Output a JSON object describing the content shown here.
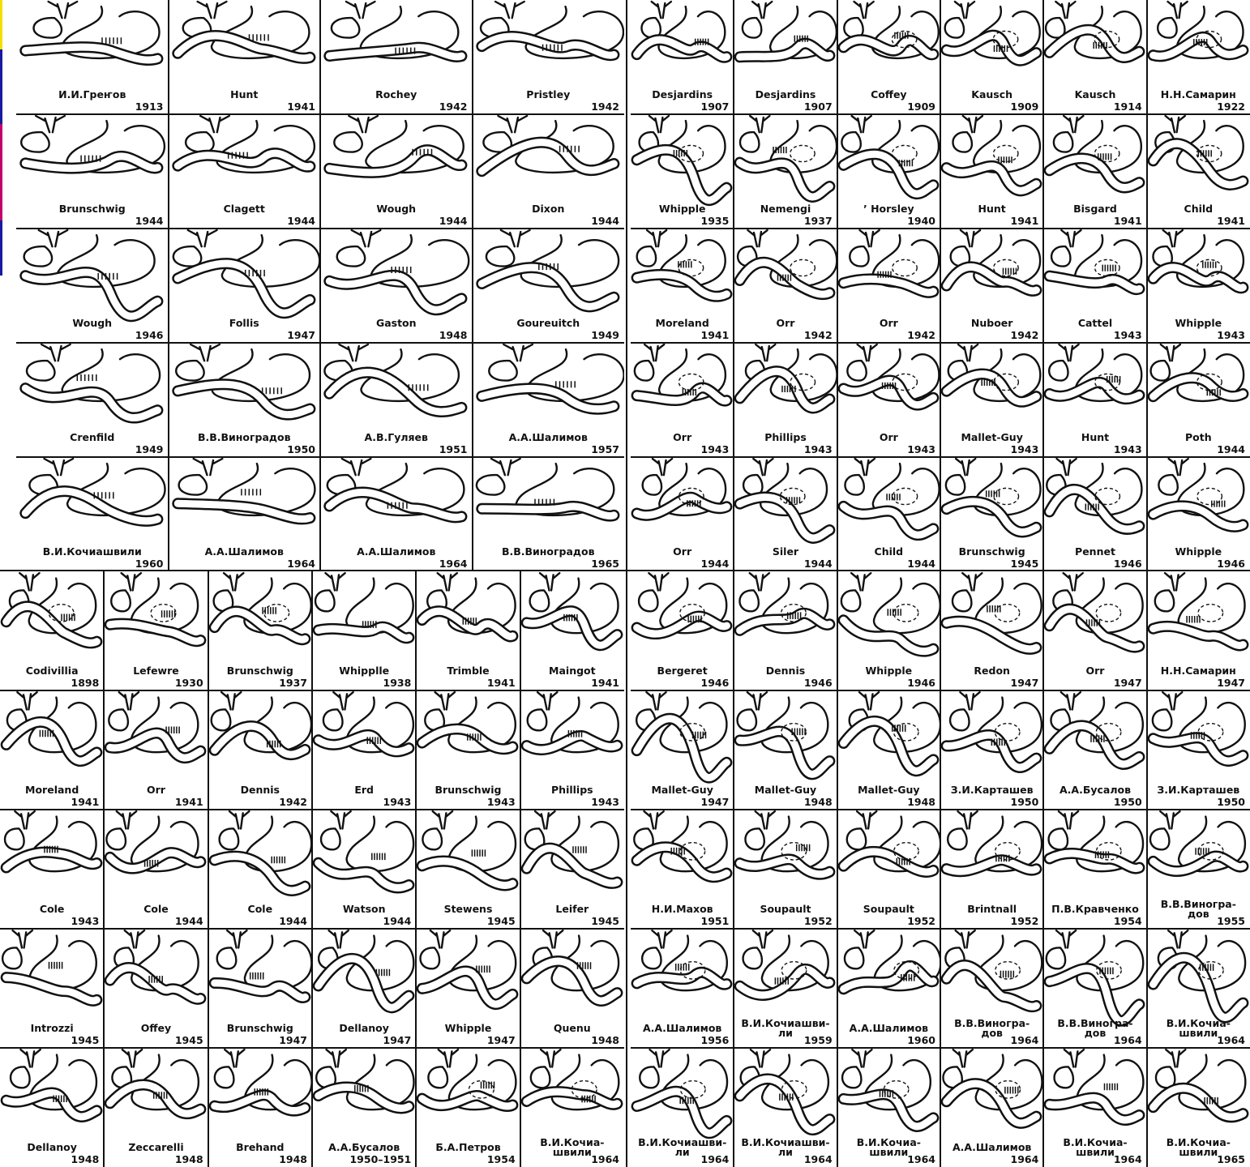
{
  "quadrants": [
    {
      "id": "top-left",
      "cols": 4,
      "rows": 5,
      "cells": [
        {
          "name": "И.И.Греҥов",
          "year": "1913"
        },
        {
          "name": "Hunt",
          "year": "1941"
        },
        {
          "name": "Rochey",
          "year": "1942"
        },
        {
          "name": "Pristley",
          "year": "1942"
        },
        {
          "name": "Brunschwig",
          "year": "1944"
        },
        {
          "name": "Clagett",
          "year": "1944"
        },
        {
          "name": "Wough",
          "year": "1944"
        },
        {
          "name": "Dixon",
          "year": "1944"
        },
        {
          "name": "Wough",
          "year": "1946"
        },
        {
          "name": "Follis",
          "year": "1947"
        },
        {
          "name": "Gaston",
          "year": "1948"
        },
        {
          "name": "Goureuitch",
          "year": "1949"
        },
        {
          "name": "Crenfild",
          "year": "1949"
        },
        {
          "name": "В.В.Виноградов",
          "year": "1950"
        },
        {
          "name": "А.В.Гуляев",
          "year": "1951"
        },
        {
          "name": "А.А.Шалимов",
          "year": "1957"
        },
        {
          "name": "В.И.Кочиашвили",
          "year": "1960"
        },
        {
          "name": "А.А.Шалимов",
          "year": "1964"
        },
        {
          "name": "А.А.Шалимов",
          "year": "1964"
        },
        {
          "name": "В.В.Виноградов",
          "year": "1965"
        }
      ]
    },
    {
      "id": "top-right",
      "cols": 6,
      "rows": 5,
      "cells": [
        {
          "name": "Desjardins",
          "year": "1907"
        },
        {
          "name": "Desjardins",
          "year": "1907"
        },
        {
          "name": "Coffey",
          "year": "1909"
        },
        {
          "name": "Kausch",
          "year": "1909"
        },
        {
          "name": "Kausch",
          "year": "1914"
        },
        {
          "name": "Н.Н.Самарин",
          "year": "1922"
        },
        {
          "name": "Whipple",
          "year": "1935"
        },
        {
          "name": "Nemengi",
          "year": "1937"
        },
        {
          "name": "’ Horsley",
          "year": "1940"
        },
        {
          "name": "Hunt",
          "year": "1941"
        },
        {
          "name": "Bisgard",
          "year": "1941"
        },
        {
          "name": "Child",
          "year": "1941"
        },
        {
          "name": "Moreland",
          "year": "1941"
        },
        {
          "name": "Orr",
          "year": "1942"
        },
        {
          "name": "Orr",
          "year": "1942"
        },
        {
          "name": "Nuboer",
          "year": "1942"
        },
        {
          "name": "Cattel",
          "year": "1943"
        },
        {
          "name": "Whipple",
          "year": "1943"
        },
        {
          "name": "Orr",
          "year": "1943"
        },
        {
          "name": "Phillips",
          "year": "1943"
        },
        {
          "name": "Orr",
          "year": "1943"
        },
        {
          "name": "Mallet-Guy",
          "year": "1943"
        },
        {
          "name": "Hunt",
          "year": "1943"
        },
        {
          "name": "Poth",
          "year": "1944"
        },
        {
          "name": "Orr",
          "year": "1944"
        },
        {
          "name": "Siler",
          "year": "1944"
        },
        {
          "name": "Child",
          "year": "1944"
        },
        {
          "name": "Brunschwig",
          "year": "1945"
        },
        {
          "name": "Pennet",
          "year": "1946"
        },
        {
          "name": "Whipple",
          "year": "1946"
        }
      ]
    },
    {
      "id": "bottom-left",
      "cols": 6,
      "rows": 5,
      "cells": [
        {
          "name": "Codivillia",
          "year": "1898"
        },
        {
          "name": "Lefewre",
          "year": "1930"
        },
        {
          "name": "Brunschwig",
          "year": "1937"
        },
        {
          "name": "Whipplle",
          "year": "1938"
        },
        {
          "name": "Trimble",
          "year": "1941"
        },
        {
          "name": "Maingot",
          "year": "1941"
        },
        {
          "name": "Moreland",
          "year": "1941"
        },
        {
          "name": "Orr",
          "year": "1941"
        },
        {
          "name": "Dennis",
          "year": "1942"
        },
        {
          "name": "Erd",
          "year": "1943"
        },
        {
          "name": "Brunschwig",
          "year": "1943"
        },
        {
          "name": "Phillips",
          "year": "1943"
        },
        {
          "name": "Cole",
          "year": "1943"
        },
        {
          "name": "Cole",
          "year": "1944"
        },
        {
          "name": "Cole",
          "year": "1944"
        },
        {
          "name": "Watson",
          "year": "1944"
        },
        {
          "name": "Stewens",
          "year": "1945"
        },
        {
          "name": "Leifer",
          "year": "1945"
        },
        {
          "name": "Introzzi",
          "year": "1945"
        },
        {
          "name": "Offey",
          "year": "1945"
        },
        {
          "name": "Brunschwig",
          "year": "1947"
        },
        {
          "name": "Dellanoy",
          "year": "1947"
        },
        {
          "name": "Whipple",
          "year": "1947"
        },
        {
          "name": "Quenu",
          "year": "1948"
        },
        {
          "name": "Dellanoy",
          "year": "1948"
        },
        {
          "name": "Zeccarelli",
          "year": "1948"
        },
        {
          "name": "Brehand",
          "year": "1948"
        },
        {
          "name": "А.А.Бусалов",
          "year": "1950–1951"
        },
        {
          "name": "Б.А.Петров",
          "year": "1954"
        },
        {
          "name": "В.И.Кочиа-\nшвили",
          "year": "1964"
        }
      ]
    },
    {
      "id": "bottom-right",
      "cols": 6,
      "rows": 5,
      "cells": [
        {
          "name": "Bergeret",
          "year": "1946"
        },
        {
          "name": "Dennis",
          "year": "1946"
        },
        {
          "name": "Whipple",
          "year": "1946"
        },
        {
          "name": "Redon",
          "year": "1947"
        },
        {
          "name": "Orr",
          "year": "1947"
        },
        {
          "name": "Н.Н.Самарин",
          "year": "1947"
        },
        {
          "name": "Mallet-Guy",
          "year": "1947"
        },
        {
          "name": "Mallet-Guy",
          "year": "1948"
        },
        {
          "name": "Mallet-Guy",
          "year": "1948"
        },
        {
          "name": "З.И.Карташев",
          "year": "1950"
        },
        {
          "name": "А.А.Бусалов",
          "year": "1950"
        },
        {
          "name": "З.И.Карташев",
          "year": "1950"
        },
        {
          "name": "Н.И.Махов",
          "year": "1951"
        },
        {
          "name": "Soupault",
          "year": "1952"
        },
        {
          "name": "Soupault",
          "year": "1952"
        },
        {
          "name": "Brintnall",
          "year": "1952"
        },
        {
          "name": "П.В.Кравченко",
          "year": "1954"
        },
        {
          "name": "В.В.Виногра-\nдов",
          "year": "1955"
        },
        {
          "name": "А.А.Шалимов",
          "year": "1956"
        },
        {
          "name": "В.И.Кочиашви-\nли",
          "year": "1959"
        },
        {
          "name": "А.А.Шалимов",
          "year": "1960"
        },
        {
          "name": "В.В.Виногра-\nдов",
          "year": "1964"
        },
        {
          "name": "В.В.Виногра-\nдов",
          "year": "1964"
        },
        {
          "name": "В.И.Кочиа-\nшвили",
          "year": "1964"
        },
        {
          "name": "В.И.Кочиашви-\nли",
          "year": "1964"
        },
        {
          "name": "В.И.Кочиашви-\nли",
          "year": "1964"
        },
        {
          "name": "В.И.Кочиа-\nшвили",
          "year": "1964"
        },
        {
          "name": "А.А.Шалимов",
          "year": "1964"
        },
        {
          "name": "В.И.Кочиа-\nшвили",
          "year": "1964"
        },
        {
          "name": "В.И.Кочиа-\nшвили",
          "year": "1965"
        }
      ]
    }
  ]
}
